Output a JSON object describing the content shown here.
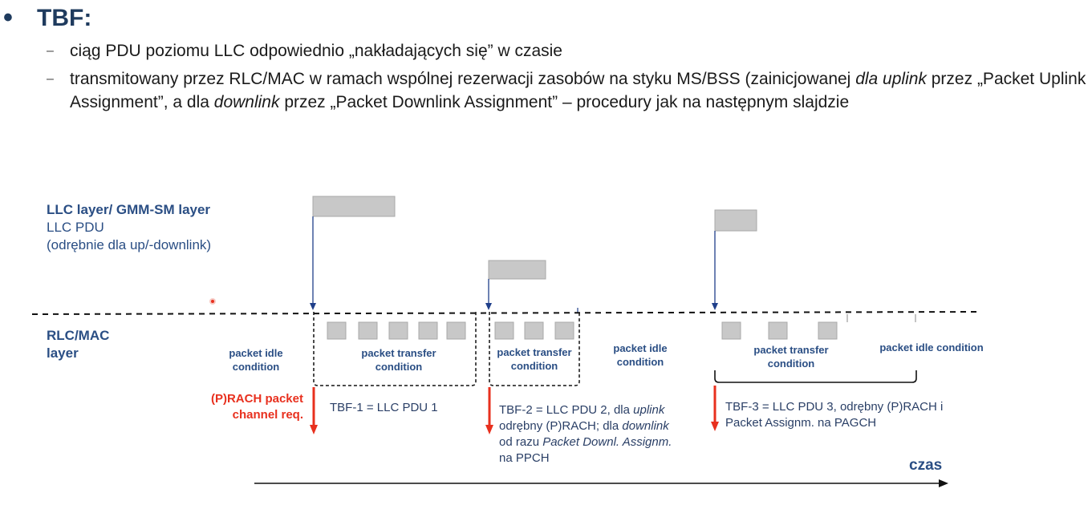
{
  "heading": {
    "bullet": "•",
    "title": "TBF:"
  },
  "points": [
    {
      "dash": "–",
      "text": "ciąg PDU poziomu LLC odpowiednio „nakładających się” w czasie"
    },
    {
      "dash": "–",
      "text_a": "transmitowany przez RLC/MAC w ramach wspólnej rezerwacji zasobów na styku MS/BSS (zainicjowanej ",
      "text_b": "dla uplink",
      "text_c": " przez „Packet Uplink Assignment”, a dla ",
      "text_d": "downlink",
      "text_e": " przez „Packet Downlink Assignment” – procedury jak na następnym slajdzie"
    }
  ],
  "diagram": {
    "llc_layer": {
      "title": "LLC layer/ GMM-SM layer",
      "line2": "LLC PDU",
      "line3": "(odrębnie dla up/-downlink)"
    },
    "rlc_layer": {
      "title": "RLC/MAC layer"
    },
    "conditions": {
      "idle_1": "packet idle condition",
      "transfer_1": "packet transfer condition",
      "transfer_2": "packet transfer condition",
      "idle_2": "packet idle condition",
      "transfer_3": "packet transfer condition",
      "idle_3": "packet idle condition"
    },
    "rach_label": "(P)RACH packet channel req.",
    "tbf": {
      "tbf1": "TBF-1 = LLC PDU 1",
      "tbf2_a": "TBF-2 = LLC PDU 2, dla ",
      "tbf2_b": "uplink",
      "tbf2_c": "odrębny (P)RACH; dla ",
      "tbf2_d": "downlink",
      "tbf2_e": "od razu ",
      "tbf2_f": "Packet Downl. Assignm.",
      "tbf2_g": "na PPCH",
      "tbf3_a": "TBF-3 = LLC PDU 3, odrębny (P)RACH i",
      "tbf3_b": "Packet Assignm. na PAGCH"
    },
    "time_label": "czas",
    "colors": {
      "blue_text": "#2a4e84",
      "arrow_blue": "#1f3f8a",
      "arrow_red": "#e8301e",
      "block_fill": "#c8c8c8",
      "block_stroke": "#a8a8a8"
    }
  }
}
